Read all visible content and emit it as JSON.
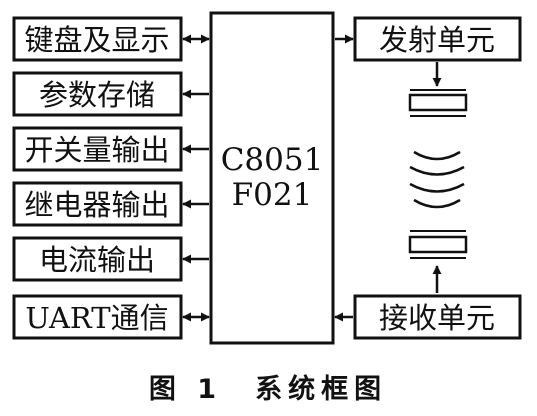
{
  "diagram": {
    "mcu": {
      "line1": "C8051",
      "line2": "F021"
    },
    "left_blocks": [
      {
        "label": "键盘及显示",
        "arrow": "bidirectional"
      },
      {
        "label": "参数存储",
        "arrow": "to-block"
      },
      {
        "label": "开关量输出",
        "arrow": "to-block"
      },
      {
        "label": "继电器输出",
        "arrow": "to-block"
      },
      {
        "label": "电流输出",
        "arrow": "to-block"
      },
      {
        "label": "UART通信",
        "arrow": "bidirectional"
      }
    ],
    "right_blocks": {
      "transmit": {
        "label": "发射单元",
        "arrow": "from-mcu"
      },
      "receive": {
        "label": "接收单元",
        "arrow": "to-mcu"
      }
    },
    "caption": "图 1　系统框图"
  }
}
